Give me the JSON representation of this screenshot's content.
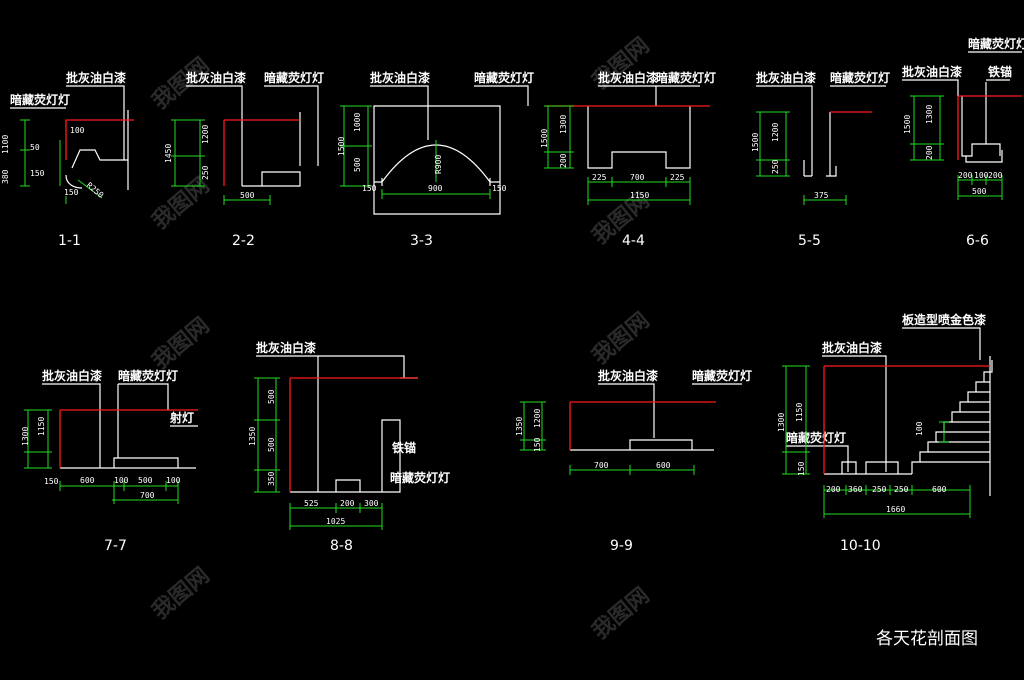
{
  "drawing": {
    "title": "各天花剖面图",
    "watermark": "我图网",
    "colors": {
      "background": "#000000",
      "lines": "#ffffff",
      "ceiling_edge": "#ff1a1a",
      "dimensions": "#22dd22"
    }
  },
  "sections": [
    {
      "id": "1-1",
      "label": "1-1",
      "notes": [
        "批灰油白漆",
        "暗藏荧灯灯"
      ],
      "dims": [
        "1100",
        "50",
        "380",
        "150",
        "100",
        "150",
        "R250"
      ]
    },
    {
      "id": "2-2",
      "label": "2-2",
      "notes": [
        "批灰油白漆",
        "暗藏荧灯灯"
      ],
      "dims": [
        "1450",
        "1200",
        "250",
        "500"
      ]
    },
    {
      "id": "3-3",
      "label": "3-3",
      "notes": [
        "批灰油白漆",
        "暗藏荧灯灯"
      ],
      "dims": [
        "1500",
        "1000",
        "500",
        "150",
        "900",
        "150",
        "R900"
      ]
    },
    {
      "id": "4-4",
      "label": "4-4",
      "notes": [
        "批灰油白漆",
        "暗藏荧灯灯"
      ],
      "dims": [
        "1500",
        "1300",
        "200",
        "225",
        "700",
        "225",
        "1150"
      ]
    },
    {
      "id": "5-5",
      "label": "5-5",
      "notes": [
        "批灰油白漆",
        "暗藏荧灯灯"
      ],
      "dims": [
        "1500",
        "1200",
        "250",
        "375"
      ]
    },
    {
      "id": "6-6",
      "label": "6-6",
      "notes": [
        "批灰油白漆",
        "暗藏荧灯灯",
        "铁锚"
      ],
      "dims": [
        "1500",
        "1300",
        "200",
        "200",
        "100",
        "200",
        "500"
      ]
    },
    {
      "id": "7-7",
      "label": "7-7",
      "notes": [
        "批灰油白漆",
        "暗藏荧灯灯",
        "射灯"
      ],
      "dims": [
        "1300",
        "1150",
        "150",
        "600",
        "100",
        "500",
        "100",
        "700"
      ]
    },
    {
      "id": "8-8",
      "label": "8-8",
      "notes": [
        "批灰油白漆",
        "铁锚",
        "暗藏荧灯灯"
      ],
      "dims": [
        "500",
        "1350",
        "500",
        "350",
        "525",
        "200",
        "300",
        "1025"
      ]
    },
    {
      "id": "9-9",
      "label": "9-9",
      "notes": [
        "批灰油白漆",
        "暗藏荧灯灯"
      ],
      "dims": [
        "1350",
        "1200",
        "150",
        "700",
        "600"
      ]
    },
    {
      "id": "10-10",
      "label": "10-10",
      "notes": [
        "板造型喷金色漆",
        "批灰油白漆",
        "暗藏荧灯灯"
      ],
      "dims": [
        "1300",
        "1150",
        "100",
        "150",
        "200",
        "360",
        "250",
        "250",
        "600",
        "1660"
      ]
    }
  ]
}
